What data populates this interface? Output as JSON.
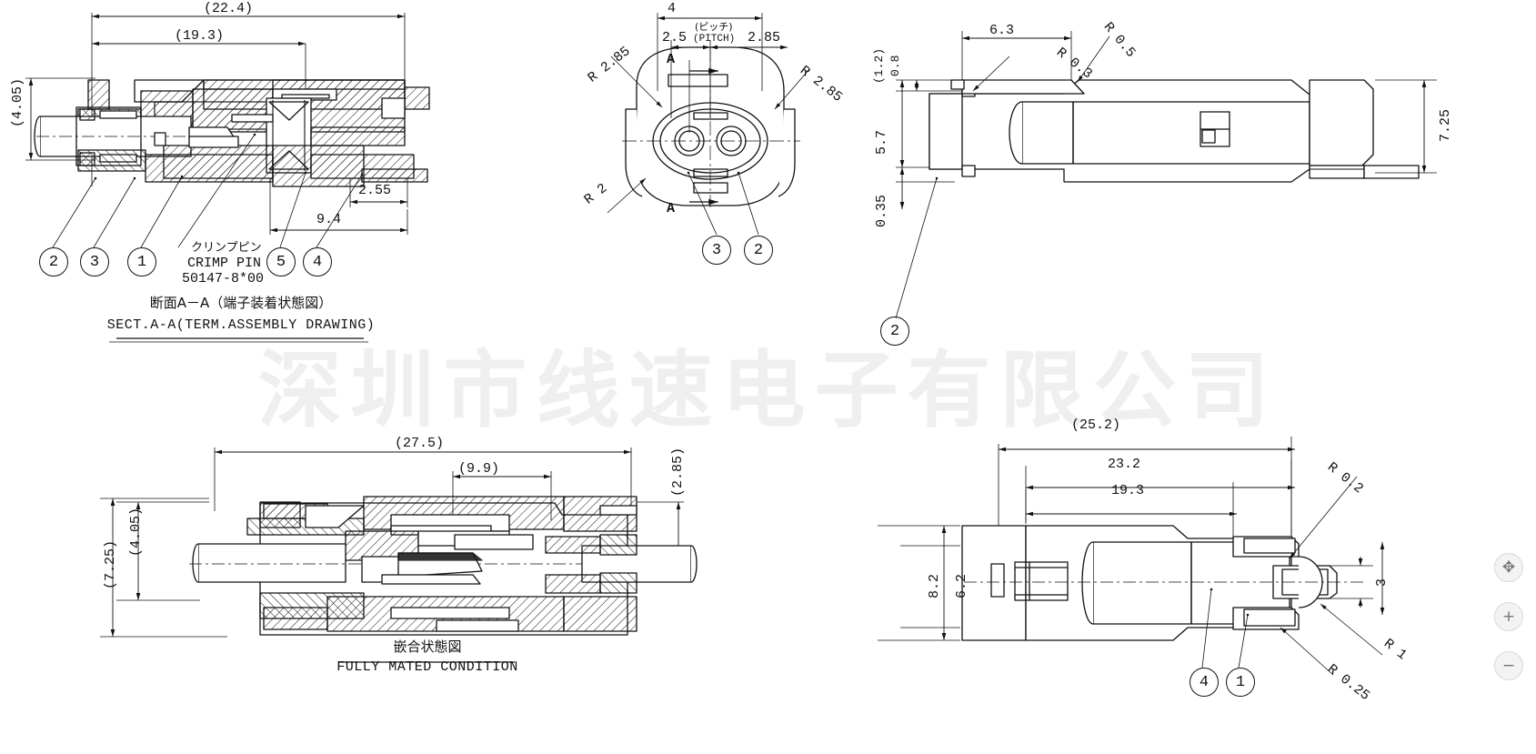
{
  "watermark": {
    "line1": "深圳市线速电子有限公司",
    "line2": ""
  },
  "views": {
    "section_aa": {
      "caption_jp": "断面A－A（端子装着状態図）",
      "caption_en": "SECT.A-A(TERM.ASSEMBLY DRAWING)",
      "dims": [
        {
          "id": "d224",
          "label": "(22.4)"
        },
        {
          "id": "d193",
          "label": "(19.3)"
        },
        {
          "id": "d405",
          "label": "(4.05)"
        },
        {
          "id": "d255",
          "label": "2.55"
        },
        {
          "id": "d94",
          "label": "9.4"
        }
      ],
      "note": {
        "jp": "クリンプピン",
        "en": "CRIMP PIN",
        "part": "50147-8*00"
      },
      "balloons": [
        "2",
        "3",
        "1",
        "5",
        "4"
      ]
    },
    "front_face": {
      "dims": [
        {
          "id": "f4",
          "label": "4"
        },
        {
          "id": "f25",
          "label": "2.5"
        },
        {
          "id": "fpitch_jp",
          "label": "(ピッチ)"
        },
        {
          "id": "fpitch_en",
          "label": "(PITCH)"
        },
        {
          "id": "f285r",
          "label": "2.85"
        },
        {
          "id": "r285",
          "label": "R 2.85"
        },
        {
          "id": "r285b",
          "label": "R 2.85"
        },
        {
          "id": "r2",
          "label": "R 2"
        }
      ],
      "section_marks": [
        "A",
        "A"
      ],
      "balloons": [
        "3",
        "2"
      ]
    },
    "top_right": {
      "dims": [
        {
          "id": "t12",
          "label": "(1.2)"
        },
        {
          "id": "t08",
          "label": "0.8"
        },
        {
          "id": "t57",
          "label": "5.7"
        },
        {
          "id": "t035",
          "label": "0.35"
        },
        {
          "id": "t63",
          "label": "6.3"
        },
        {
          "id": "tr03",
          "label": "R 0.3"
        },
        {
          "id": "tr05",
          "label": "R 0.5"
        },
        {
          "id": "t725",
          "label": "7.25"
        }
      ],
      "balloons": [
        "2"
      ]
    },
    "bottom_left": {
      "caption_jp": "嵌合状態図",
      "caption_en": "FULLY MATED CONDITION",
      "dims": [
        {
          "id": "b275",
          "label": "(27.5)"
        },
        {
          "id": "b99",
          "label": "(9.9)"
        },
        {
          "id": "b285",
          "label": "(2.85)"
        },
        {
          "id": "b405",
          "label": "(4.05)"
        },
        {
          "id": "b725",
          "label": "(7.25)"
        }
      ]
    },
    "bottom_right": {
      "dims": [
        {
          "id": "r252",
          "label": "(25.2)"
        },
        {
          "id": "r232",
          "label": "23.2"
        },
        {
          "id": "r193",
          "label": "19.3"
        },
        {
          "id": "r82",
          "label": "8.2"
        },
        {
          "id": "r62",
          "label": "6.2"
        },
        {
          "id": "r3",
          "label": "3"
        },
        {
          "id": "rr02",
          "label": "R 0.2"
        },
        {
          "id": "rr1",
          "label": "R 1"
        },
        {
          "id": "rr025",
          "label": "R 0.25"
        }
      ],
      "balloons": [
        "4",
        "1"
      ]
    }
  },
  "viewer_controls": {
    "pan": "✥",
    "zoom_in": "+",
    "zoom_out": "−"
  },
  "colors": {
    "line": "#111111",
    "watermark": "#efefef",
    "background": "#ffffff"
  }
}
